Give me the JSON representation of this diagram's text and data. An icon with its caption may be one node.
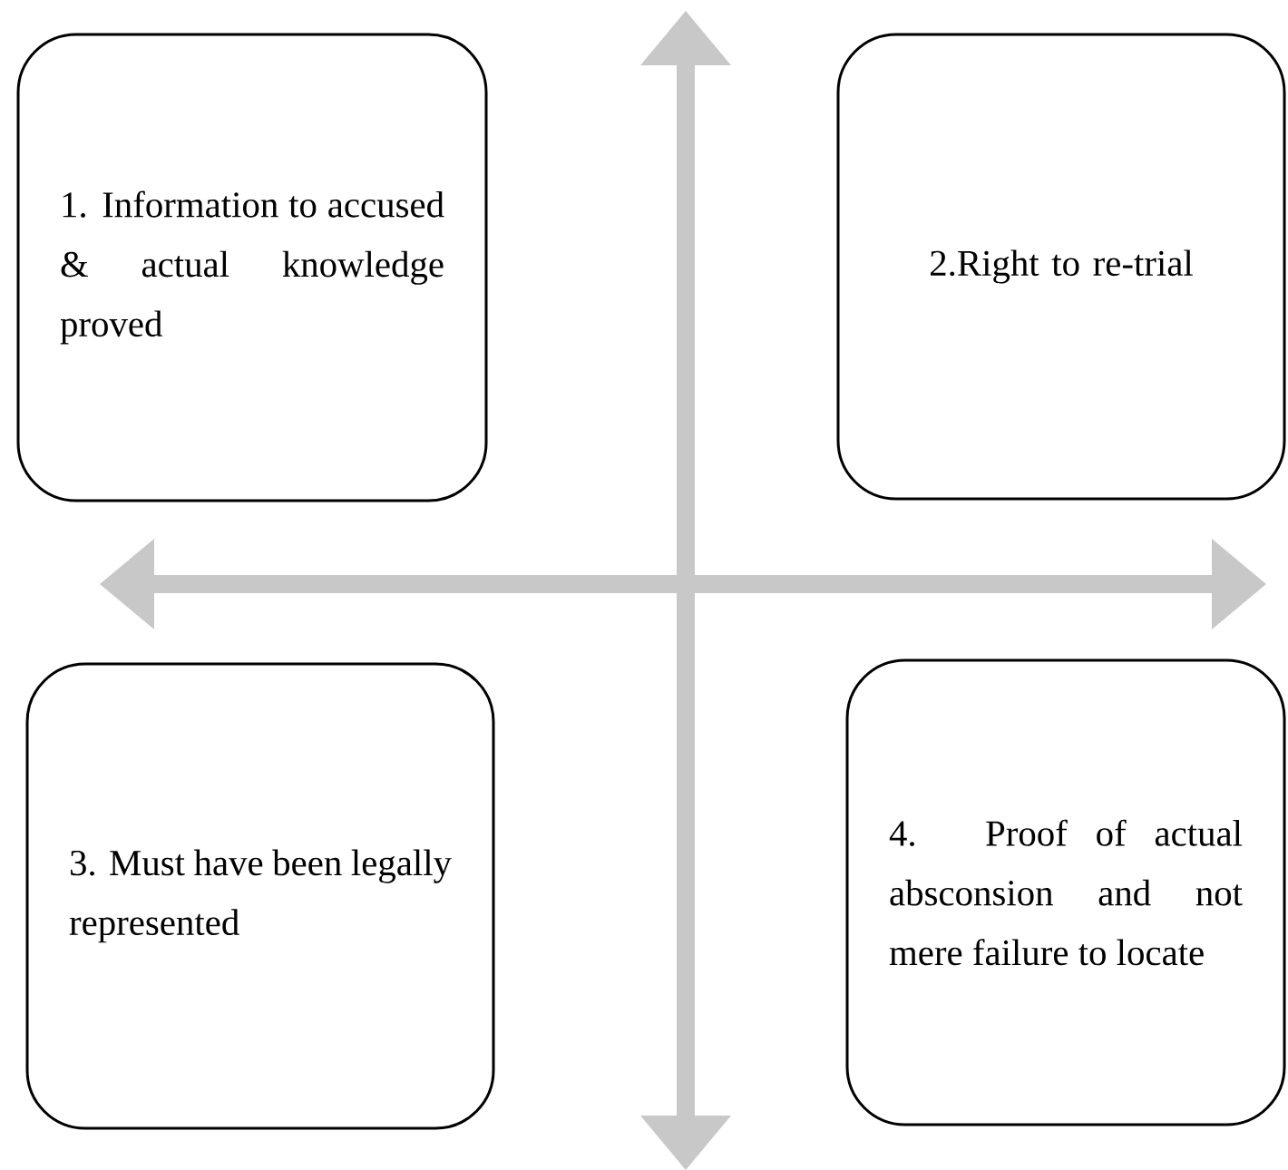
{
  "diagram": {
    "nodes": [
      {
        "text": [
          "1. Information to accused & actual knowledge proved"
        ]
      },
      {
        "text": [
          "2.Right to re-trial"
        ]
      },
      {
        "text": [
          "3. Must have been legally represented"
        ]
      },
      {
        "text": [
          "4. Proof of actual absconsion and not mere failure to locate"
        ]
      }
    ]
  }
}
